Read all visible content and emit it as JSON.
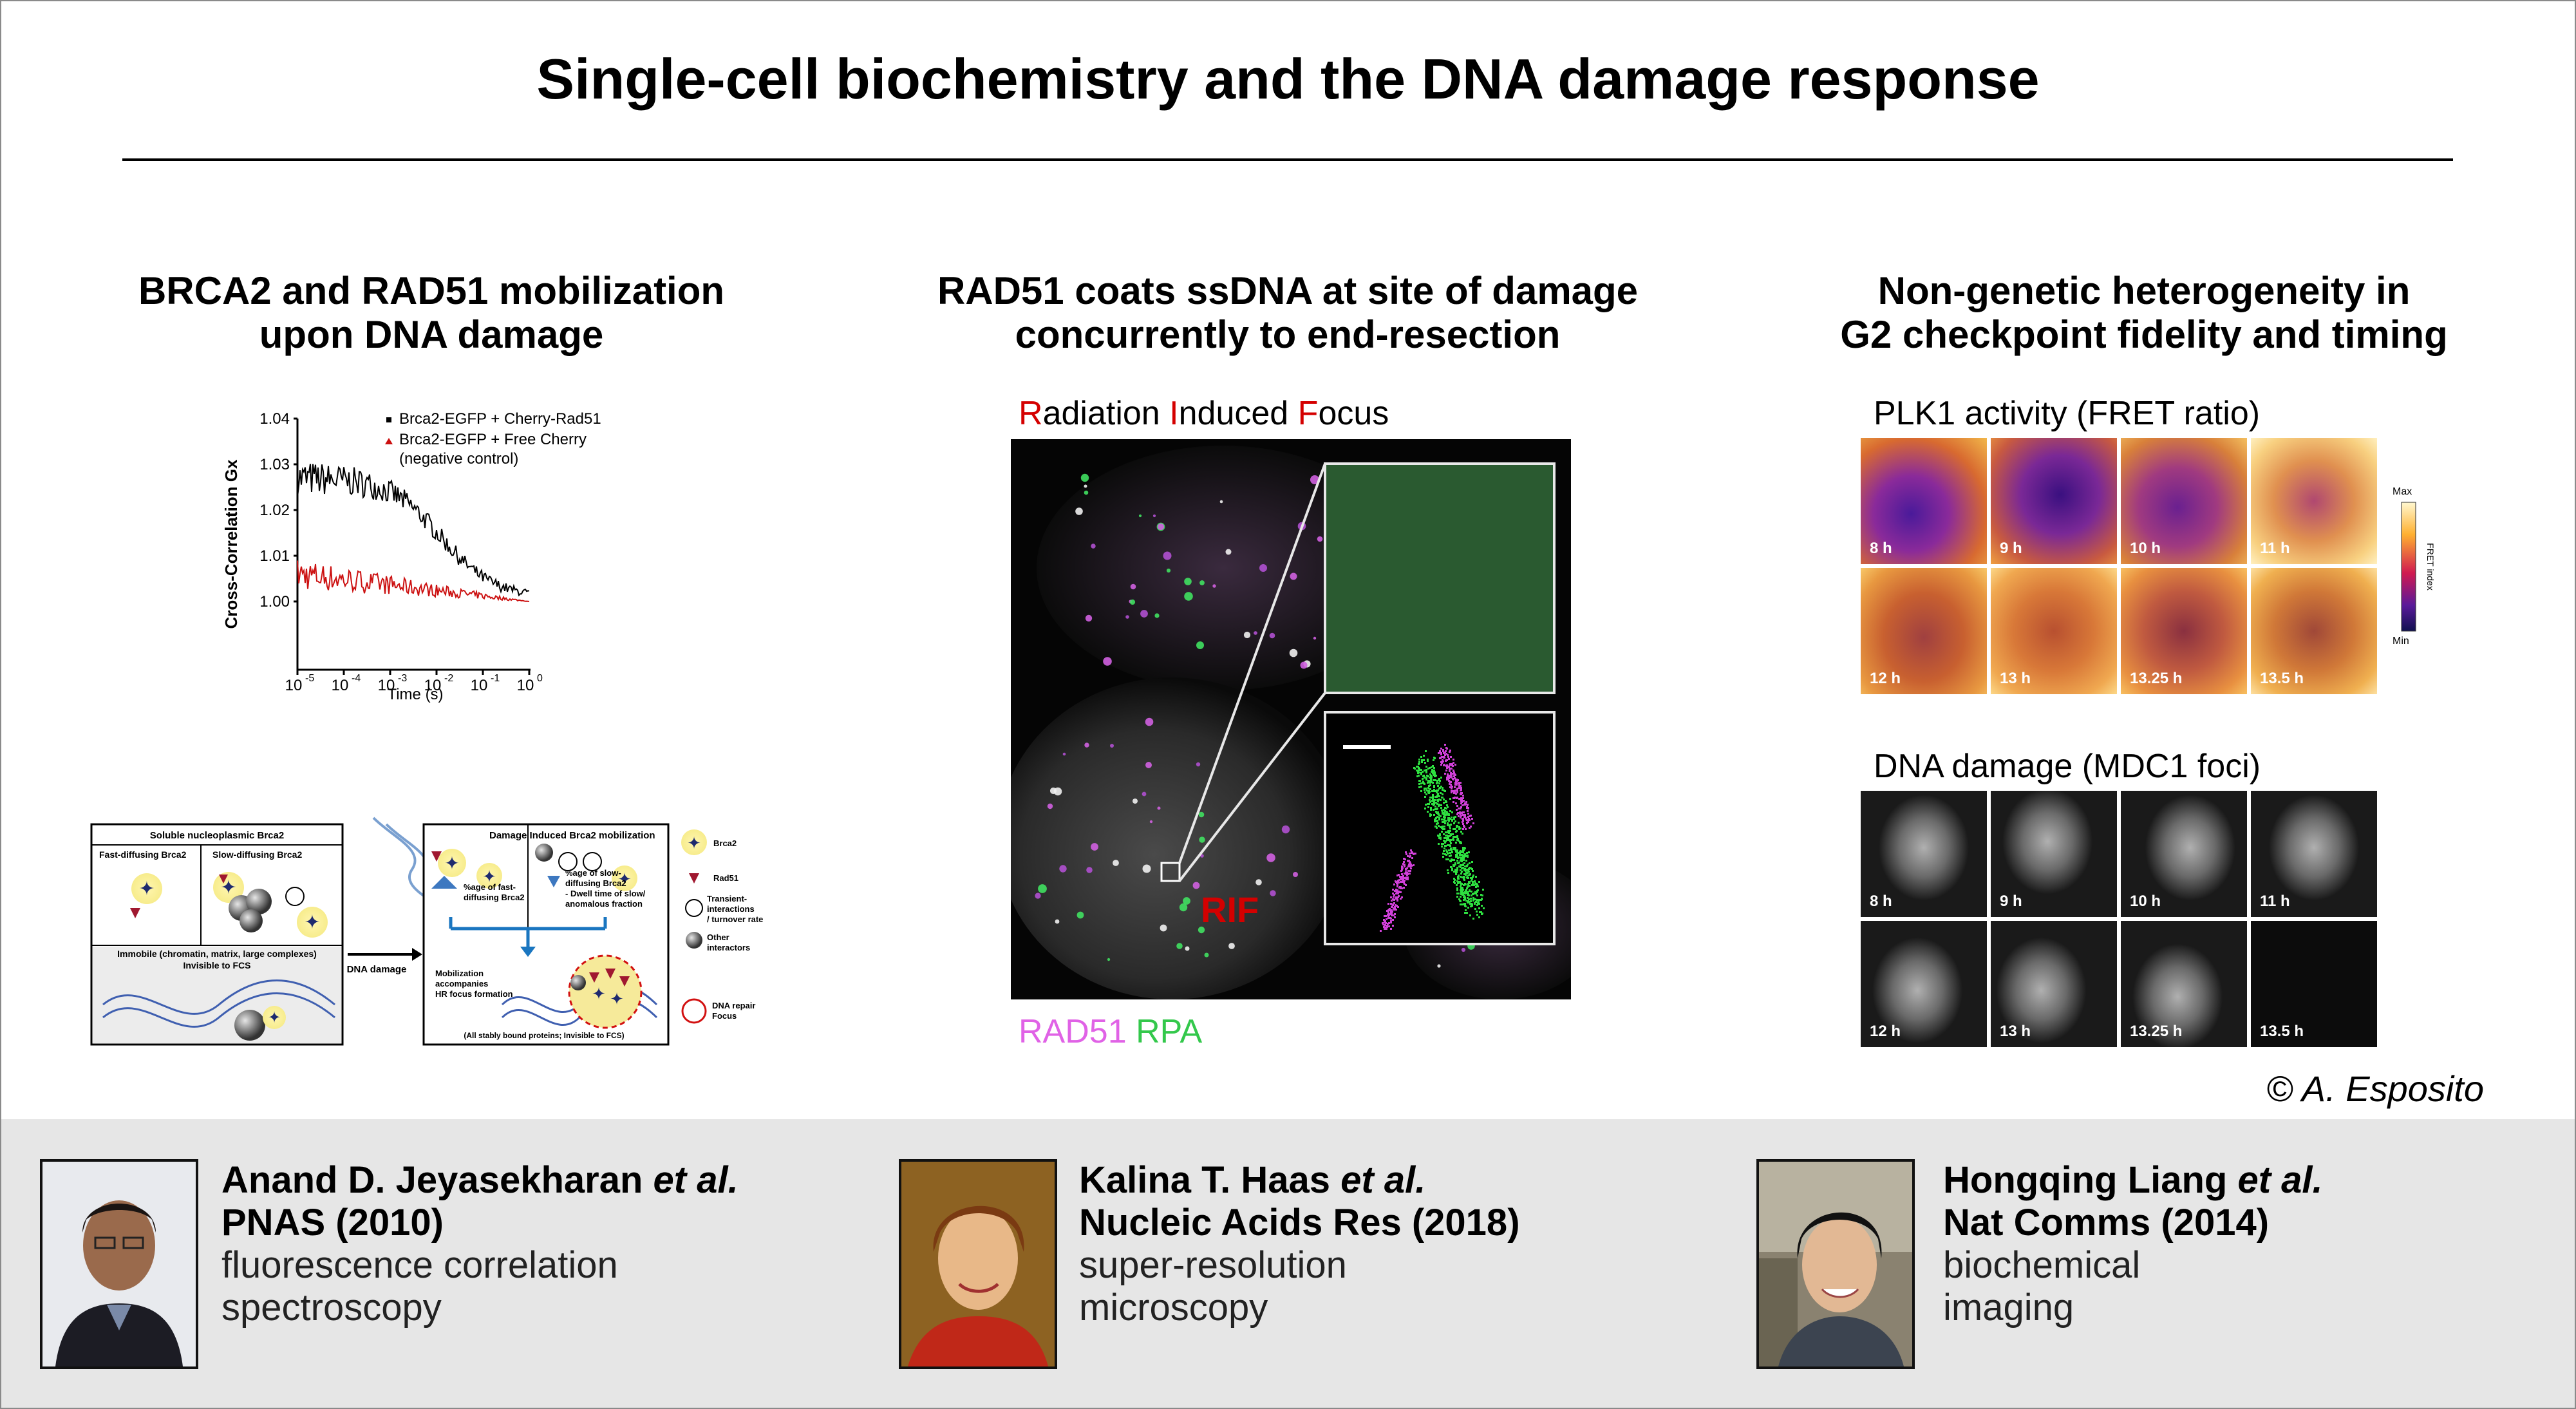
{
  "main_title": "Single-cell biochemistry and the DNA damage response",
  "sections": [
    {
      "title_line1": "BRCA2 and RAD51 mobilization",
      "title_line2": "upon DNA damage"
    },
    {
      "title_line1": "RAD51 coats ssDNA at site of damage",
      "title_line2": "concurrently to end-resection"
    },
    {
      "title_line1": "Non-genetic heterogeneity in",
      "title_line2": "G2 checkpoint fidelity and timing"
    }
  ],
  "fcs_graph": {
    "ylabel": "Cross-Correlation Gx",
    "xlabel": "Time (s)",
    "y_ticks": [
      "1.04",
      "1.03",
      "1.02",
      "1.01",
      "1.00"
    ],
    "x_tick_bases": [
      "10",
      "10",
      "10",
      "10",
      "10",
      "10"
    ],
    "x_tick_exps": [
      "-5",
      "-4",
      "-3",
      "-2",
      "-1",
      "0"
    ],
    "legend_1": "Brca2-EGFP + Cherry-Rad51",
    "legend_2": "Brca2-EGFP +  Free Cherry",
    "legend_3": "(negative control)",
    "colors": {
      "series1": "#000000",
      "series2": "#cc1111"
    }
  },
  "schematic": {
    "left_box_title": "Soluble nucleoplasmic Brca2",
    "fast": "Fast-diffusing Brca2",
    "slow": "Slow-diffusing Brca2",
    "immobile_1": "Immobile (chromatin, matrix, large complexes)",
    "immobile_2": "Invisible to FCS",
    "arrow_label": "DNA damage",
    "right_box_title": "Damage Induced Brca2 mobilization",
    "fast_frac_1": "%age of fast-",
    "fast_frac_2": "diffusing Brca2",
    "slow_frac_1": "%age of slow-",
    "slow_frac_2": "diffusing Brca2",
    "dwell_1": "- Dwell time of slow/",
    "dwell_2": "anomalous fraction",
    "mob_1": "Mobilization",
    "mob_2": "accompanies",
    "mob_3": "HR focus formation",
    "stably_bound": "(All stably bound proteins; Invisible to FCS)",
    "key_brca2": "Brca2",
    "key_rad51": "Rad51",
    "key_transient_1": "Transient-",
    "key_transient_2": "interactions",
    "key_transient_3": "/ turnover rate",
    "key_other_1": "Other",
    "key_other_2": "interactors",
    "key_repair_1": "DNA repair",
    "key_repair_2": "Focus"
  },
  "microscopy": {
    "heading_r": "R",
    "heading_r_rest": "adiation ",
    "heading_i": "I",
    "heading_i_rest": "nduced ",
    "heading_f": "F",
    "heading_f_rest": "ocus",
    "rif_label": "RIF",
    "rad51": "RAD51",
    "rpa": "RPA"
  },
  "plk1": {
    "title": "PLK1 activity (FRET ratio)",
    "tiles": [
      "8 h",
      "9 h",
      "10 h",
      "11 h",
      "12 h",
      "13 h",
      "13.25 h",
      "13.5 h"
    ],
    "scale_max": "Max",
    "scale_min": "Min",
    "scale_label": "FRET index"
  },
  "mdc1": {
    "title": "DNA damage (MDC1 foci)",
    "tiles": [
      "8 h",
      "9 h",
      "10 h",
      "11 h",
      "12 h",
      "13 h",
      "13.25 h",
      "13.5 h"
    ]
  },
  "copyright": "© A. Esposito",
  "authors": [
    {
      "name": "Anand D. Jeyasekharan",
      "etal": " et al.",
      "pub": "PNAS (2010)",
      "method_1": "fluorescence correlation",
      "method_2": "spectroscopy"
    },
    {
      "name": "Kalina T. Haas",
      "etal": " et al.",
      "pub": "Nucleic Acids Res (2018)",
      "method_1": "super-resolution",
      "method_2": "microscopy"
    },
    {
      "name": "Hongqing Liang",
      "etal": " et al.",
      "pub": "Nat Comms (2014)",
      "method_1": "biochemical",
      "method_2": "imaging"
    }
  ]
}
